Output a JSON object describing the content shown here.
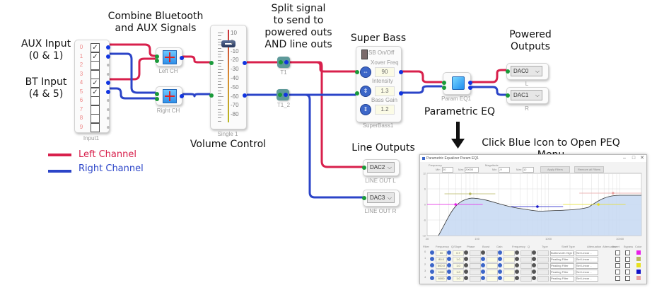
{
  "annotations": {
    "combine": [
      "Combine Bluetooth",
      "and AUX Signals"
    ],
    "split": [
      "Split signal",
      "to send to",
      "powered outs",
      "AND line outs"
    ],
    "super_bass": "Super Bass",
    "powered_outputs": [
      "Powered",
      "Outputs"
    ],
    "aux_input": [
      "AUX Input",
      "(0 & 1)"
    ],
    "bt_input": [
      "BT Input",
      "(4 & 5)"
    ],
    "volume_control": "Volume Control",
    "line_outputs": "Line Outputs",
    "parametric_eq": "Parametric EQ",
    "click_hint": "Click Blue Icon to Open PEQ Menu"
  },
  "legend": {
    "items": [
      {
        "label": "Left Channel",
        "color": "#d8204c"
      },
      {
        "label": "Right Channel",
        "color": "#2b44c8"
      }
    ]
  },
  "colors": {
    "left_wire": "#d8204c",
    "right_wire": "#2b44c8",
    "input_pin": "#1a9a3a",
    "output_pin": "#1034e0"
  },
  "input_block": {
    "caption": "Input1",
    "channels": [
      {
        "num": "0",
        "checked": true
      },
      {
        "num": "1",
        "checked": true
      },
      {
        "num": "2",
        "checked": false
      },
      {
        "num": "3",
        "checked": false
      },
      {
        "num": "4",
        "checked": true
      },
      {
        "num": "5",
        "checked": true
      },
      {
        "num": "6",
        "checked": false
      },
      {
        "num": "7",
        "checked": false
      },
      {
        "num": "8",
        "checked": false
      },
      {
        "num": "9",
        "checked": false
      }
    ],
    "check_glyph": "✓"
  },
  "mixers": {
    "left": {
      "caption": "Left CH"
    },
    "right": {
      "caption": "Right CH"
    }
  },
  "volume": {
    "caption": "Single 1",
    "scale": [
      "10",
      "0",
      "-10",
      "-20",
      "-30",
      "-40",
      "-50",
      "-60",
      "-70",
      "-80"
    ],
    "value_db": 0
  },
  "splitters": {
    "t1": {
      "caption": "T1"
    },
    "t1_2": {
      "caption": "T1_2"
    }
  },
  "super_bass": {
    "caption": "SuperBass1",
    "switch_label": "SB On/Off",
    "fields": [
      {
        "label": "Xover Freq",
        "value": "90",
        "icon": "⇔"
      },
      {
        "label": "Intensity",
        "value": "1.3",
        "icon": "⇕"
      },
      {
        "label": "Bass Gain",
        "value": "1.2",
        "icon": "⇕"
      }
    ]
  },
  "param_eq": {
    "caption": "Param EQ1"
  },
  "outputs": {
    "dac0": {
      "value": "DAC0",
      "caption": "L"
    },
    "dac1": {
      "value": "DAC1",
      "caption": "R"
    },
    "dac2": {
      "value": "DAC2",
      "caption": "LINE OUT L"
    },
    "dac3": {
      "value": "DAC3",
      "caption": "LINE OUT R"
    },
    "chevron": "⌵"
  },
  "peq_window": {
    "title": "Parametric Equalizer Param EQ1",
    "controls": {
      "frequency_label": "Frequency",
      "magnitude_label": "Magnitude",
      "min_label": "Min",
      "max_label": "Max",
      "freq_min": "20",
      "freq_max": "20000",
      "mag_min": "-9",
      "mag_max": "12",
      "apply_button": "Apply Filters",
      "remove_button": "Remove all Filters"
    },
    "window_buttons": {
      "minimize": "–",
      "maximize": "□",
      "close": "✕"
    },
    "graph": {
      "x_ticks": [
        "20",
        "100",
        "1000",
        "10000"
      ],
      "y_ticks": [
        "12",
        "6",
        "0",
        "-6",
        "-12"
      ]
    },
    "table": {
      "headers": [
        "Filter",
        "Frequency",
        "Q/Slope",
        "Phase",
        "Boost",
        "Gain",
        "Frequency",
        "Q",
        "Type",
        "Shelf Type",
        "Attenuation",
        "Attenuation",
        "Invert",
        "Bypass",
        "Color"
      ],
      "rows": [
        {
          "id": "0",
          "freq": "50",
          "q": "0.7",
          "type": "Butterworth High Pass",
          "shelf": "Set Linear ..",
          "color": "#e81ee8"
        },
        {
          "id": "1",
          "freq": "80.0",
          "q": "1.0",
          "type": "Peaking Filter",
          "shelf": "Set Linear ..",
          "color": "#b8b860"
        },
        {
          "id": "2",
          "freq": "500.0",
          "q": "1.0",
          "type": "Peaking Filter",
          "shelf": "Set Linear ..",
          "color": "#e8e020"
        },
        {
          "id": "3",
          "freq": "5000",
          "q": "1.0",
          "type": "Peaking Filter",
          "shelf": "Set Linear ..",
          "color": "#1010c8"
        },
        {
          "id": "4",
          "freq": "8000",
          "q": "1.0",
          "type": "Peaking Filter",
          "shelf": "Set Linear ..",
          "color": "#e8a0a0"
        }
      ]
    }
  }
}
